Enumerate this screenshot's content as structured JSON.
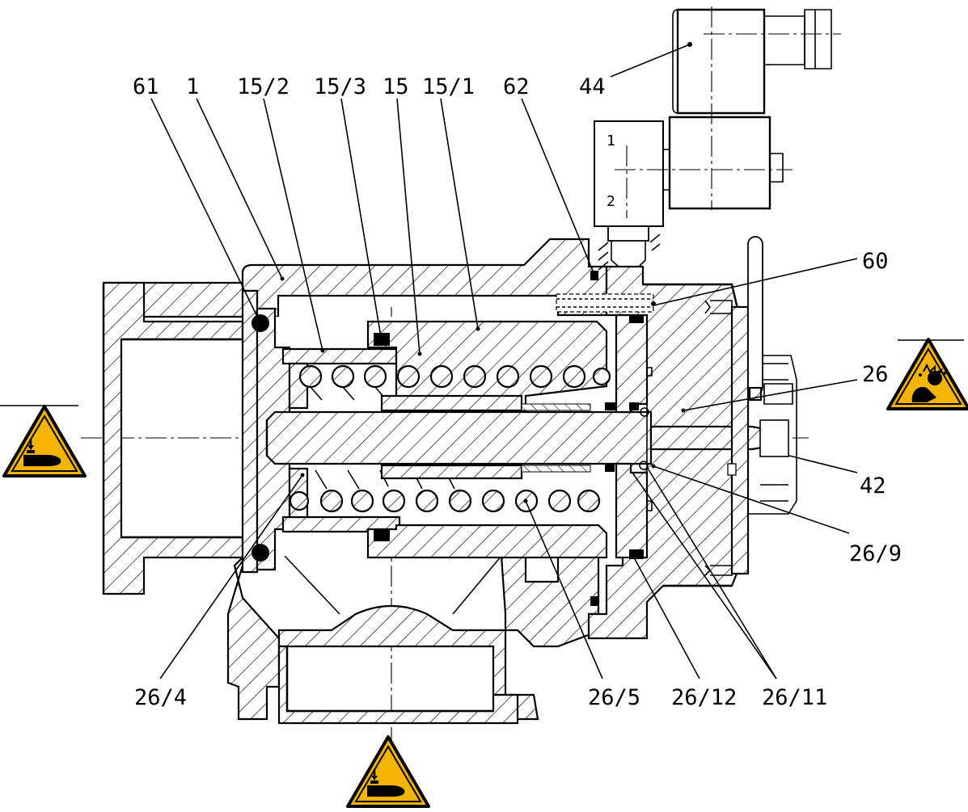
{
  "labels": {
    "l61": "61",
    "l1": "1",
    "l15_2": "15/2",
    "l15_3": "15/3",
    "l15": "15",
    "l15_1": "15/1",
    "l62": "62",
    "l44": "44",
    "l60": "60",
    "l26": "26",
    "l42": "42",
    "l26_9": "26/9",
    "l26_4": "26/4",
    "l26_5": "26/5",
    "l26_12": "26/12",
    "l26_11": "26/11",
    "pin1": "1",
    "pin2": "2"
  },
  "warnings": [
    {
      "icon": "hand-crush-warning-icon"
    },
    {
      "icon": "explosion-injury-warning-icon"
    },
    {
      "icon": "hand-crush-warning-icon"
    }
  ],
  "colors": {
    "warning_yellow": "#f4b400",
    "line": "#000000"
  }
}
